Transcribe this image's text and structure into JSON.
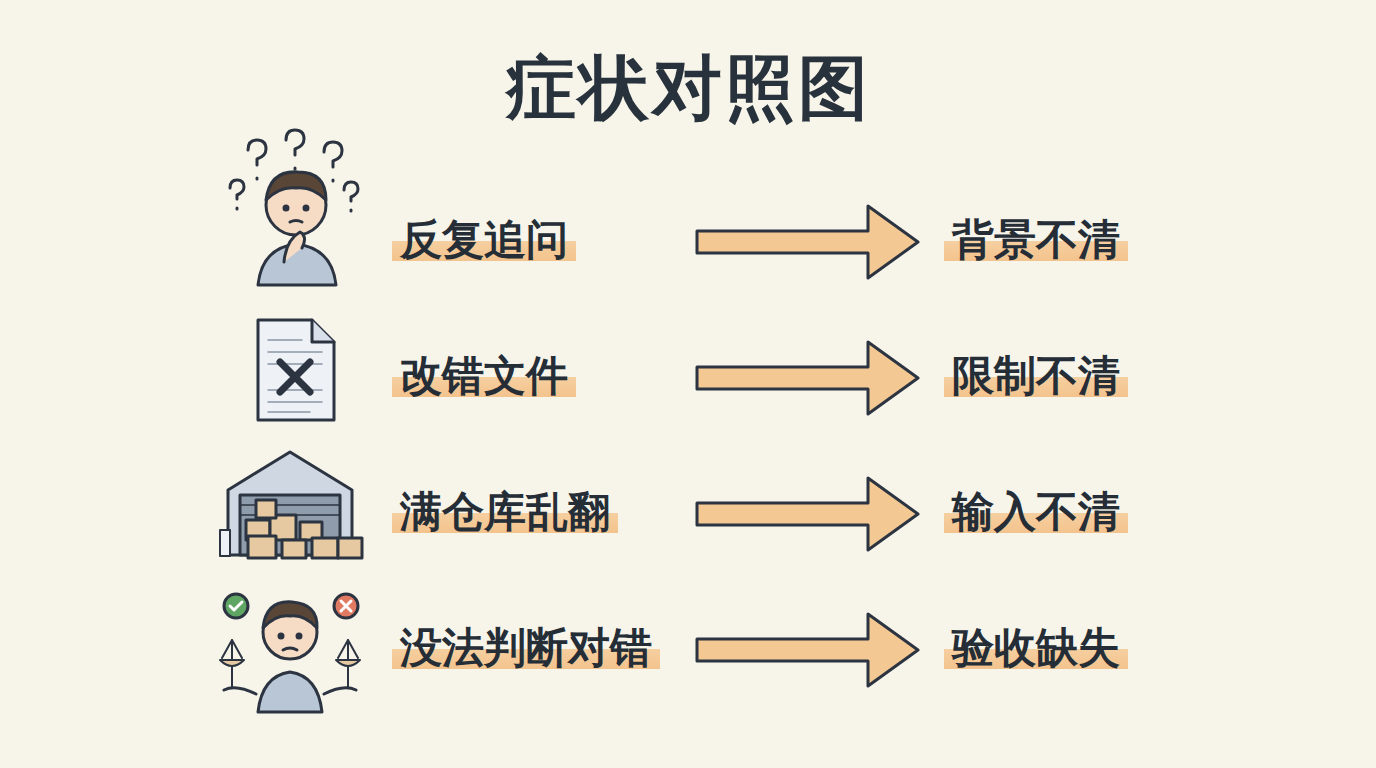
{
  "diagram": {
    "title": "症状对照图",
    "nodes": [
      {
        "text": [
          "反复追问"
        ]
      },
      {
        "text": [
          "背景不清"
        ]
      },
      {
        "text": [
          "改错文件"
        ]
      },
      {
        "text": [
          "限制不清"
        ]
      },
      {
        "text": [
          "满仓库乱翻"
        ]
      },
      {
        "text": [
          "输入不清"
        ]
      },
      {
        "text": [
          "没法判断对错"
        ]
      },
      {
        "text": [
          "验收缺失"
        ]
      }
    ],
    "edges": [
      {
        "from": 0,
        "to": 1,
        "arrow": "to"
      },
      {
        "from": 2,
        "to": 3,
        "arrow": "to"
      },
      {
        "from": 4,
        "to": 5,
        "arrow": "to"
      },
      {
        "from": 6,
        "to": 7,
        "arrow": "to"
      }
    ]
  }
}
